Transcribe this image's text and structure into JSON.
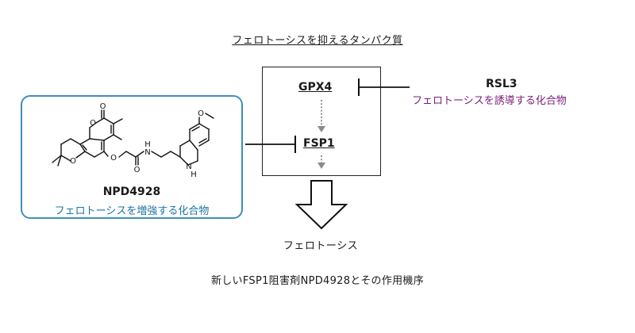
{
  "title": "フェロトーシスを抑えるタンパク質",
  "mechanism": {
    "gpx4": "GPX4",
    "fsp1": "FSP1"
  },
  "rsl3": {
    "name": "RSL3",
    "description": "フェロトーシスを誘導する化合物"
  },
  "compound": {
    "name": "NPD4928",
    "description": "フェロトーシスを増強する化合物",
    "atom_labels": [
      "O",
      "O",
      "O",
      "O",
      "O",
      "N",
      "H",
      "N",
      "H",
      "O"
    ]
  },
  "outcome": "フェロトーシス",
  "caption": "新しいFSP1阻害剤NPD4928とその作用機序",
  "colors": {
    "rsl3_text": "#7a1f7a",
    "compound_text": "#1f74a3",
    "compound_border": "#3f8fb8"
  }
}
